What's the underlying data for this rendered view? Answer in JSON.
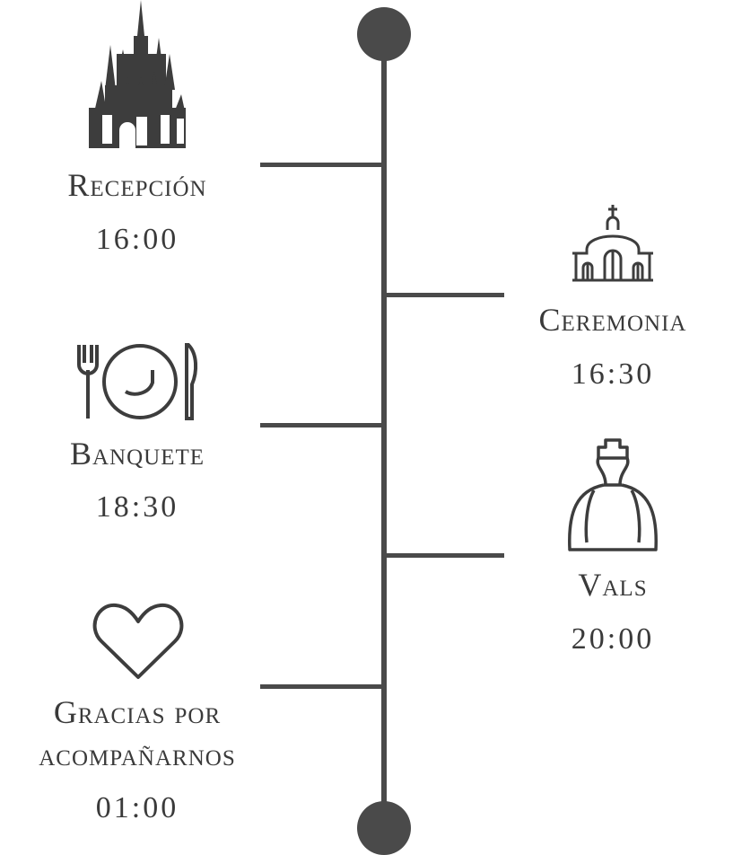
{
  "colors": {
    "line": "#4a4a4a",
    "text": "#3a3a3a"
  },
  "events": [
    {
      "label": "Recepción",
      "time": "16:00",
      "icon": "castle-icon"
    },
    {
      "label": "Ceremonia",
      "time": "16:30",
      "icon": "church-icon"
    },
    {
      "label": "Banquete",
      "time": "18:30",
      "icon": "dinner-plate-icon"
    },
    {
      "label": "Vals",
      "time": "20:00",
      "icon": "wedding-dress-icon"
    },
    {
      "label": "Gracias por acompañarnos",
      "time": "01:00",
      "icon": "heart-icon"
    }
  ]
}
